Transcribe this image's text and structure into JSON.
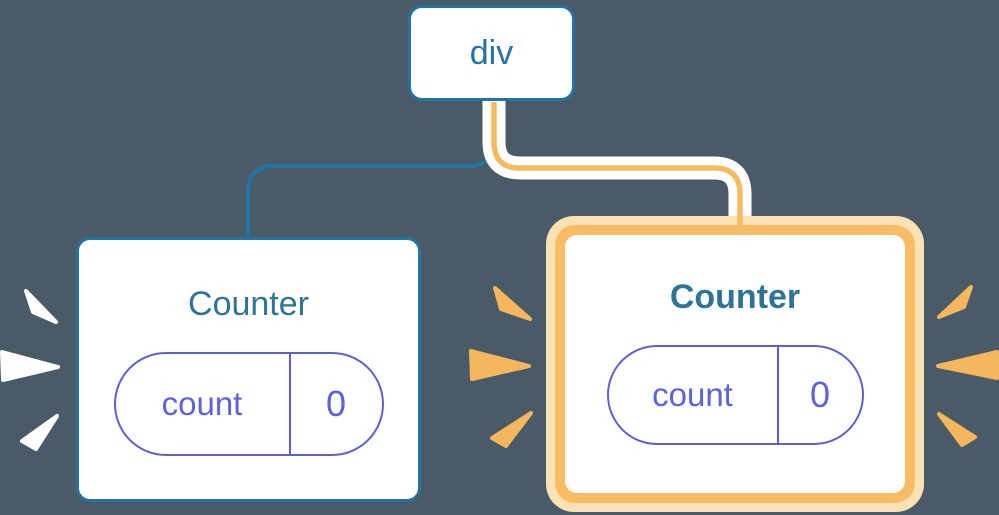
{
  "diagram": {
    "root": {
      "label": "div"
    },
    "cards": {
      "left": {
        "title": "Counter",
        "state": {
          "name": "count",
          "value": "0"
        }
      },
      "right": {
        "title": "Counter",
        "state": {
          "name": "count",
          "value": "0"
        }
      }
    },
    "colors": {
      "background": "#495B67",
      "blue": "#2473A5",
      "title_blue": "#2E7497",
      "purple": "#5A62D2",
      "purple_text": "#5C63DD",
      "yellow_line": "#F6BB60",
      "orange_ring": "#F8BD64",
      "halo": "#FBE2B5",
      "orange_spark": "#F6B65D",
      "white_spark": "#FFFFFF"
    },
    "icons": {
      "left_burst": "white-burst-icon",
      "middle_burst": "orange-burst-icon",
      "right_burst": "orange-burst-icon"
    }
  }
}
